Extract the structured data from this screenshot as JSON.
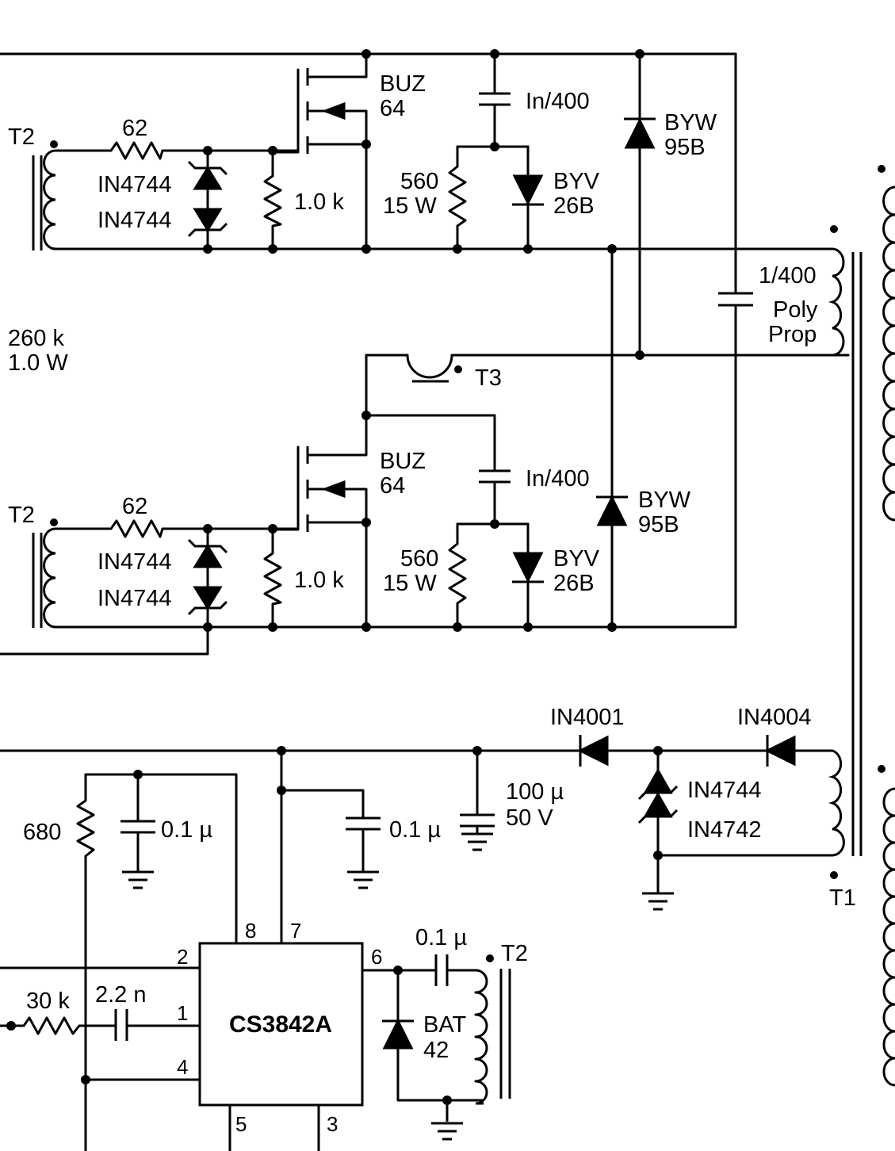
{
  "schematic": {
    "upper_stage": {
      "transformer": "T2",
      "gate_resistor": "62",
      "zener_top": "IN4744",
      "zener_bottom": "IN4744",
      "gate_pulldown": "1.0 k",
      "mosfet": [
        "BUZ",
        "64"
      ],
      "snubber_cap": "In/400",
      "snubber_resistor": [
        "560",
        "15 W"
      ],
      "snubber_diode": [
        "BYV",
        "26B"
      ],
      "clamp_diode": [
        "BYW",
        "95B"
      ]
    },
    "lower_stage": {
      "transformer": "T2",
      "gate_resistor": "62",
      "zener_top": "IN4744",
      "zener_bottom": "IN4744",
      "gate_pulldown": "1.0 k",
      "mosfet": [
        "BUZ",
        "64"
      ],
      "snubber_cap": "In/400",
      "snubber_resistor": [
        "560",
        "15 W"
      ],
      "snubber_diode": [
        "BYV",
        "26B"
      ],
      "clamp_diode": [
        "BYW",
        "95B"
      ]
    },
    "bleeder_resistor": [
      "260 k",
      "1.0 W"
    ],
    "current_transformer": "T3",
    "resonant_cap": [
      "1/400",
      "Poly",
      "Prop"
    ],
    "aux_supply": {
      "diode_1": "IN4001",
      "diode_2": "IN4004",
      "filter_cap": [
        "100 µ",
        "50 V"
      ],
      "zener_1": "IN4744",
      "zener_2": "IN4742",
      "transformer": "T1"
    },
    "controller": {
      "ic": "CS3842A",
      "pins": [
        "8",
        "7",
        "2",
        "1",
        "4",
        "6",
        "5",
        "3"
      ],
      "r_timing": "680",
      "c_ref": "0.1 µ",
      "c_vcc": "0.1 µ",
      "r_feedback": "30 k",
      "c_comp": "2.2 n",
      "c_couple": "0.1 µ",
      "diode": [
        "BAT",
        "42"
      ],
      "drive_transformer": "T2"
    }
  }
}
